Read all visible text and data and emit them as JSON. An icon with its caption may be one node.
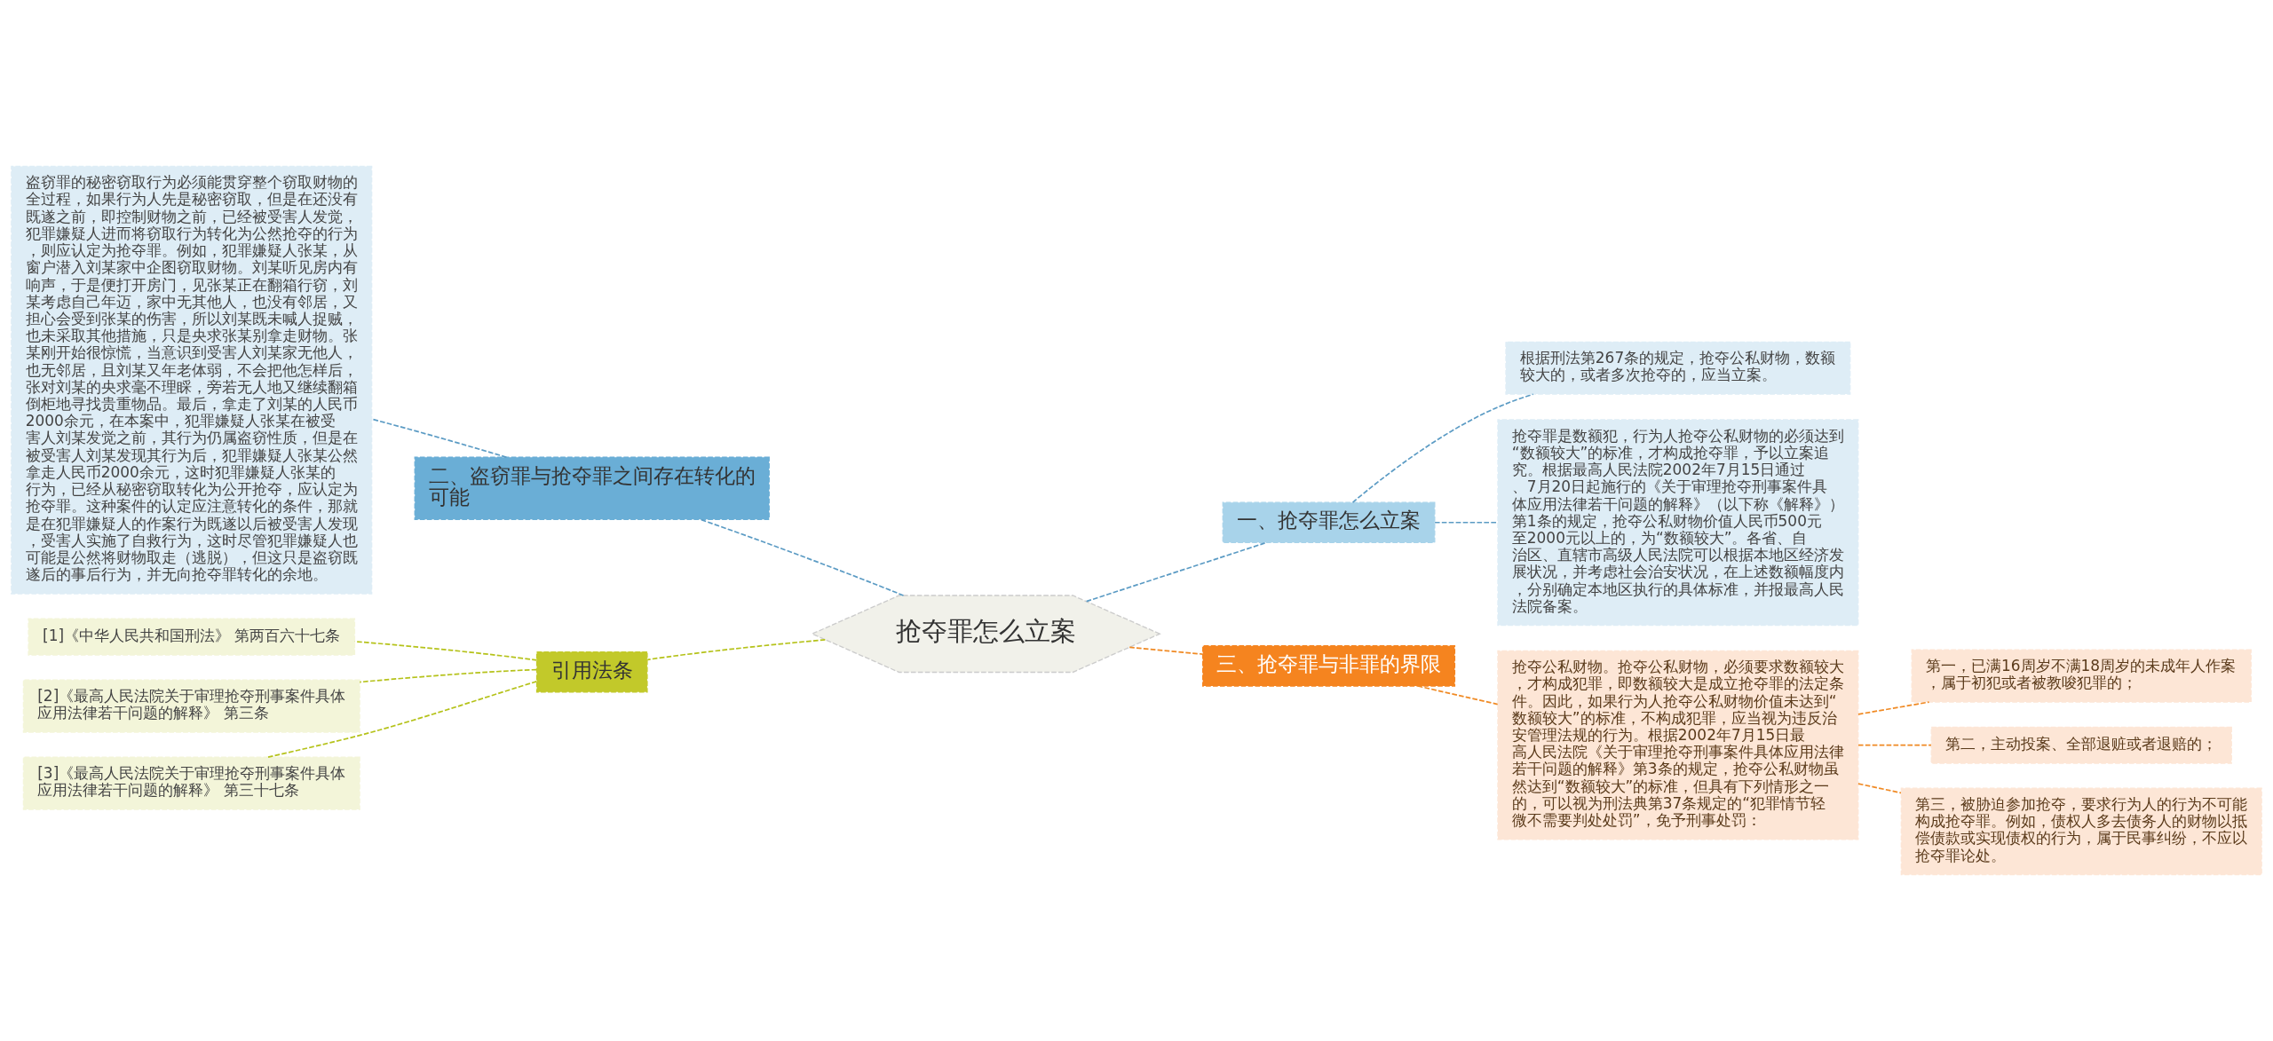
{
  "diagram": {
    "nodes": [
      {
        "text": [
          "抢夺罪怎么立案"
        ]
      },
      {
        "text": [
          "一、抢夺罪怎么立案"
        ]
      },
      {
        "text": [
          "根据刑法第267条的规定，抢夺公私财物，数额较大的，或者多次抢夺的，应当立案。"
        ]
      },
      {
        "text": [
          "抢夺罪是数额犯，行为人抢夺公私财物的必须达到“数额较大”的标准，才构成抢夺罪，予以立案追究。根据最高人民法院2002年7月15日通过、7月20日起施行的《关于审理抢夺刑事案件具体应用法律若干问题的解释》（以下称《解释》）第1条的规定，抢夺公私财物价值人民币500元至2000元以上的，为“数额较大”。各省、自治区、直辖市高级人民法院可以根据本地区经济发展状况，并考虑社会治安状况，在上述数额幅度内，分别确定本地区执行的具体标准，并报最高人民法院备案。"
        ]
      },
      {
        "text": [
          "三、抢夺罪与非罪的界限"
        ]
      },
      {
        "text": [
          "抢夺公私财物。抢夺公私财物，必须要求数额较大，才构成犯罪，即数额较大是成立抢夺罪的法定条件。因此，如果行为人抢夺公私财物价值未达到“数额较大”的标准，不构成犯罪，应当视为违反治安管理法规的行为。根据2002年7月15日最高人民法院《关于审理抢夺刑事案件具体应用法律若干问题的解释》第3条的规定，抢夺公私财物虽然达到“数额较大”的标准，但具有下列情形之一的，可以视为刑法典第37条规定的“犯罪情节轻微不需要判处处罚”，免予刑事处罚："
        ]
      },
      {
        "text": [
          "第一，已满16周岁不满18周岁的未成年人作案，属于初犯或者被教唆犯罪的；"
        ]
      },
      {
        "text": [
          "第二，主动投案、全部退赃或者退赔的；"
        ]
      },
      {
        "text": [
          "第三，被胁迫参加抢夺，要求行为人的行为不可能构成抢夺罪。例如，债权人多去债务人的财物以抵偿债款或实现债权的行为，属于民事纠纷，不应以抢夺罪论处。"
        ]
      },
      {
        "text": [
          "二、盗窃罪与抢夺罪之间存在转化的可能"
        ]
      },
      {
        "text": [
          "盗窃罪的秘密窃取行为必须能贯穿整个窃取财物的全过程，如果行为人先是秘密窃取，但是在还没有既遂之前，即控制财物之前，已经被受害人发觉，犯罪嫌疑人进而将窃取行为转化为公然抢夺的行为，则应认定为抢夺罪。例如，犯罪嫌疑人张某，从窗户潜入刘某家中企图窃取财物。刘某听见房内有响声，于是便打开房门，见张某正在翻箱行窃，刘某考虑自己年迈，家中无其他人，也没有邻居，又担心会受到张某的伤害，所以刘某既未喊人捉贼，也未采取其他措施，只是央求张某别拿走财物。张某刚开始很惊慌，当意识到受害人刘某家无他人，也无邻居，且刘某又年老体弱，不会把他怎样后，张对刘某的央求毫不理睬，旁若无人地又继续翻箱倒柜地寻找贵重物品。最后，拿走了刘某的人民币2000余元，在本案中，犯罪嫌疑人张某在被受害人刘某发觉之前，其行为仍属盗窃性质，但是在被受害人刘某发现其行为后，犯罪嫌疑人张某公然拿走人民币2000余元，这时犯罪嫌疑人张某的行为，已经从秘密窃取转化为公开抢夺，应认定为抢夺罪。这种案件的认定应注意转化的条件，那就是在犯罪嫌疑人的作案行为既遂以后被受害人发现，受害人实施了自救行为，这时尽管犯罪嫌疑人也可能是公然将财物取走（逃脱），但这只是盗窃既遂后的事后行为，并无向抢夺罪转化的余地。"
        ]
      },
      {
        "text": [
          "引用法条"
        ]
      },
      {
        "text": [
          "[1]《中华人民共和国刑法》 第两百六十七条"
        ]
      },
      {
        "text": [
          "[2]《最高人民法院关于审理抢夺刑事案件具体应用法律若干问题的解释》 第三条"
        ]
      },
      {
        "text": [
          "[3]《最高人民法院关于审理抢夺刑事案件具体应用法律若干问题的解释》 第三十七条"
        ]
      }
    ],
    "edges": [
      {
        "from": 0,
        "to": 1,
        "arrow": "none",
        "style": "dashed",
        "color": "#5b9bc4"
      },
      {
        "from": 1,
        "to": 2,
        "arrow": "none",
        "style": "dashed",
        "color": "#5b9bc4"
      },
      {
        "from": 1,
        "to": 3,
        "arrow": "none",
        "style": "dashed",
        "color": "#5b9bc4"
      },
      {
        "from": 0,
        "to": 4,
        "arrow": "none",
        "style": "dashed",
        "color": "#f08a24"
      },
      {
        "from": 4,
        "to": 5,
        "arrow": "none",
        "style": "dashed",
        "color": "#f08a24"
      },
      {
        "from": 5,
        "to": 6,
        "arrow": "none",
        "style": "dashed",
        "color": "#f08a24"
      },
      {
        "from": 5,
        "to": 7,
        "arrow": "none",
        "style": "dashed",
        "color": "#f08a24"
      },
      {
        "from": 5,
        "to": 8,
        "arrow": "none",
        "style": "dashed",
        "color": "#f08a24"
      },
      {
        "from": 0,
        "to": 9,
        "arrow": "none",
        "style": "dashed",
        "color": "#5b9bc4"
      },
      {
        "from": 9,
        "to": 10,
        "arrow": "none",
        "style": "dashed",
        "color": "#5b9bc4"
      },
      {
        "from": 0,
        "to": 11,
        "arrow": "none",
        "style": "dashed",
        "color": "#b5c21a"
      },
      {
        "from": 11,
        "to": 12,
        "arrow": "none",
        "style": "dashed",
        "color": "#b5c21a"
      },
      {
        "from": 11,
        "to": 13,
        "arrow": "none",
        "style": "dashed",
        "color": "#b5c21a"
      },
      {
        "from": 11,
        "to": 14,
        "arrow": "none",
        "style": "dashed",
        "color": "#b5c21a"
      }
    ]
  }
}
